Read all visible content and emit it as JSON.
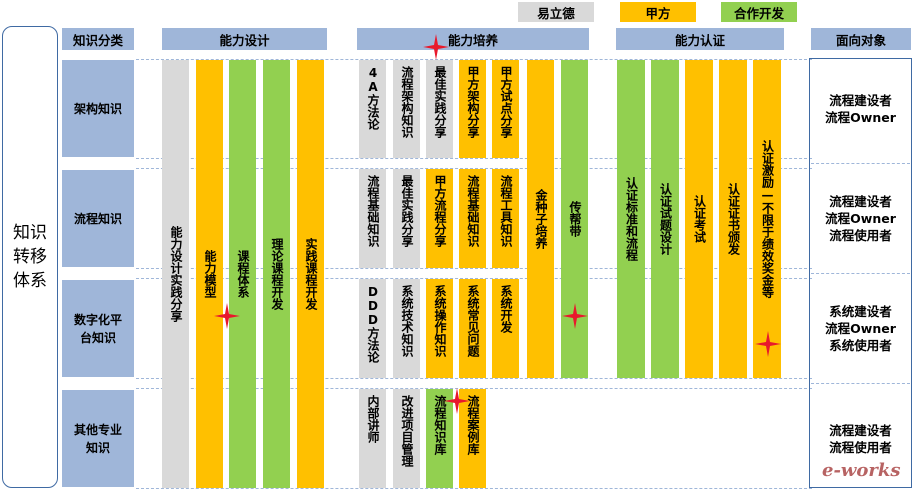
{
  "legend": {
    "gray": "易立德",
    "orange": "甲方",
    "green": "合作开发"
  },
  "headers": {
    "category": "知识分类",
    "design": "能力设计",
    "training": "能力培养",
    "cert": "能力认证",
    "audience": "面向对象"
  },
  "left_label": "知识转移体系",
  "rows": [
    {
      "label": "架构知识",
      "audience": "流程建设者\n流程Owner"
    },
    {
      "label": "流程知识",
      "audience": "流程建设者\n流程Owner\n流程使用者"
    },
    {
      "label": "数字化平台知识",
      "audience": "系统建设者\n流程Owner\n系统使用者"
    },
    {
      "label": "其他专业知识",
      "audience": "流程建设者\n流程使用者"
    }
  ],
  "design_cols": [
    "能力设计实践分享",
    "能力模型",
    "课程体系",
    "理论课程开发",
    "实践课程开发"
  ],
  "training_cells": {
    "r1": [
      "4A方法论",
      "流程架构知识",
      "最佳实践分享",
      "甲方架构分享",
      "甲方试点分享"
    ],
    "r2": [
      "流程基础知识",
      "最佳实践分享",
      "甲方流程分享",
      "流程基础知识",
      "流程工具知识"
    ],
    "r3": [
      "DDD方法论",
      "系统技术知识",
      "系统操作知识",
      "系统常见问题",
      "系统开发"
    ],
    "r4": [
      "内部讲师",
      "改进项目管理",
      "流程知识库",
      "流程案例库"
    ]
  },
  "training_cols": [
    "金种子培养",
    "传帮带"
  ],
  "cert_cols": [
    "认证标准和流程",
    "认证试题设计",
    "认证考试",
    "认证证书颁发",
    "认证激励—不限于绩效奖金等"
  ],
  "colors": {
    "header": "#9fb6d9",
    "gray": "#d9d9d9",
    "orange": "#ffc000",
    "green": "#92d050",
    "star": "#e8192c"
  },
  "watermark": "e-works"
}
